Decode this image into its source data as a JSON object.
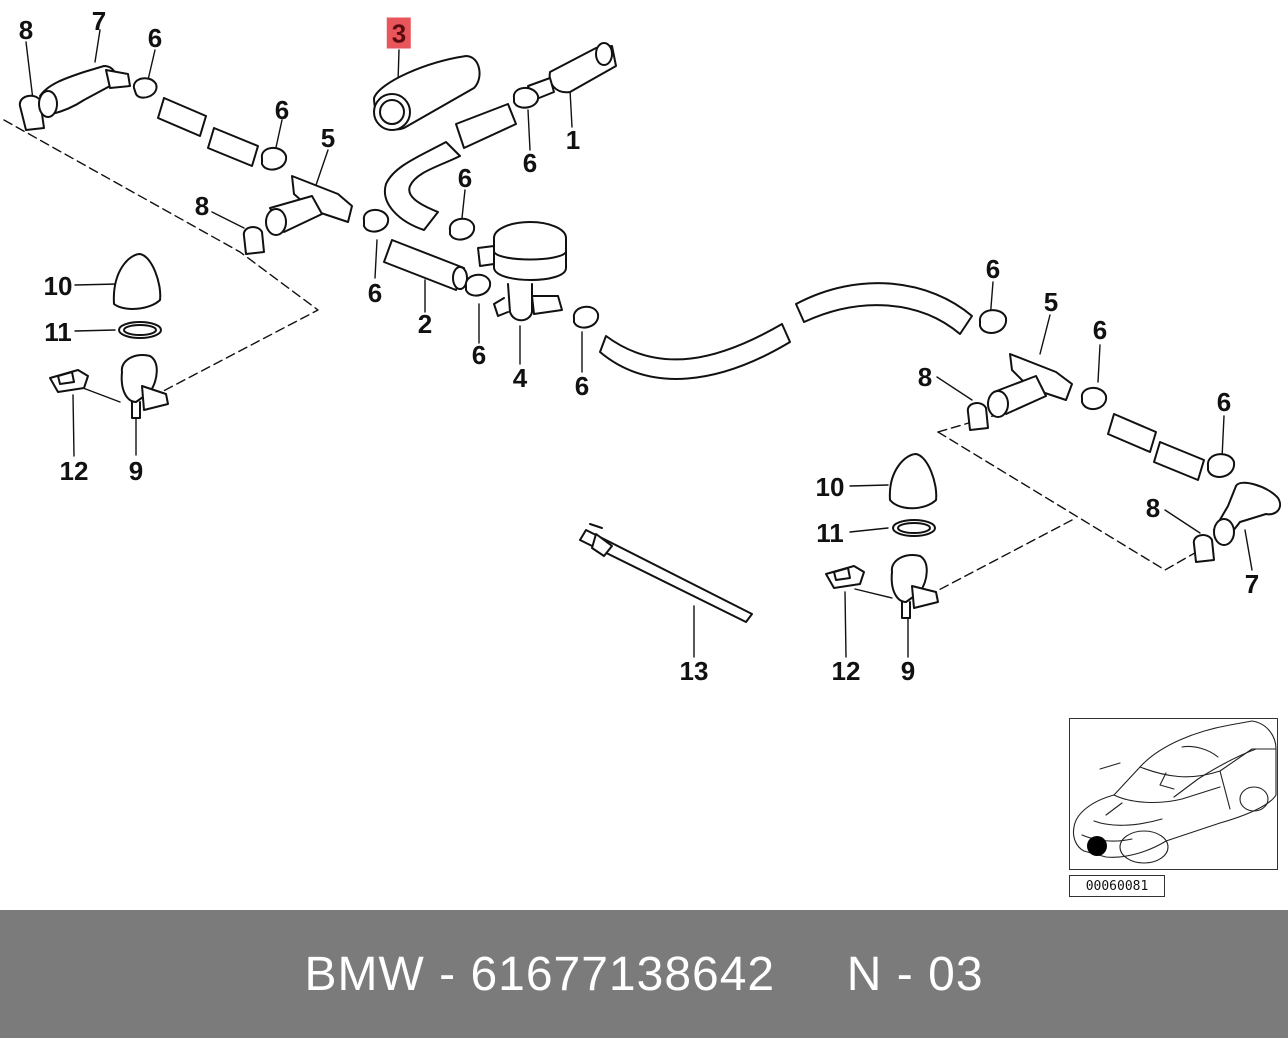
{
  "diagram": {
    "callouts": [
      {
        "id": "c8a",
        "text": "8"
      },
      {
        "id": "c7a",
        "text": "7"
      },
      {
        "id": "c6a",
        "text": "6"
      },
      {
        "id": "c6b",
        "text": "6"
      },
      {
        "id": "c5a",
        "text": "5"
      },
      {
        "id": "c8b",
        "text": "8"
      },
      {
        "id": "c6c",
        "text": "6"
      },
      {
        "id": "c10a",
        "text": "10"
      },
      {
        "id": "c11a",
        "text": "11"
      },
      {
        "id": "c12a",
        "text": "12"
      },
      {
        "id": "c9a",
        "text": "9"
      },
      {
        "id": "c3",
        "text": "3"
      },
      {
        "id": "c1",
        "text": "1"
      },
      {
        "id": "c6d",
        "text": "6"
      },
      {
        "id": "c6e",
        "text": "6"
      },
      {
        "id": "c2",
        "text": "2"
      },
      {
        "id": "c6f",
        "text": "6"
      },
      {
        "id": "c4",
        "text": "4"
      },
      {
        "id": "c6g",
        "text": "6"
      },
      {
        "id": "c6h",
        "text": "6"
      },
      {
        "id": "c5b",
        "text": "5"
      },
      {
        "id": "c6i",
        "text": "6"
      },
      {
        "id": "c8c",
        "text": "8"
      },
      {
        "id": "c6j",
        "text": "6"
      },
      {
        "id": "c8d",
        "text": "8"
      },
      {
        "id": "c7b",
        "text": "7"
      },
      {
        "id": "c10b",
        "text": "10"
      },
      {
        "id": "c11b",
        "text": "11"
      },
      {
        "id": "c12b",
        "text": "12"
      },
      {
        "id": "c9b",
        "text": "9"
      },
      {
        "id": "c13",
        "text": "13"
      }
    ],
    "highlighted_callout": "c3",
    "highlight_color": "#e8555b"
  },
  "inset": {
    "image_code": "00060081"
  },
  "footer": {
    "brand": "BMW",
    "separator": " - ",
    "part_number": "61677138642",
    "gap": "     ",
    "ref": "N - 03",
    "background": "#7b7b7b"
  }
}
